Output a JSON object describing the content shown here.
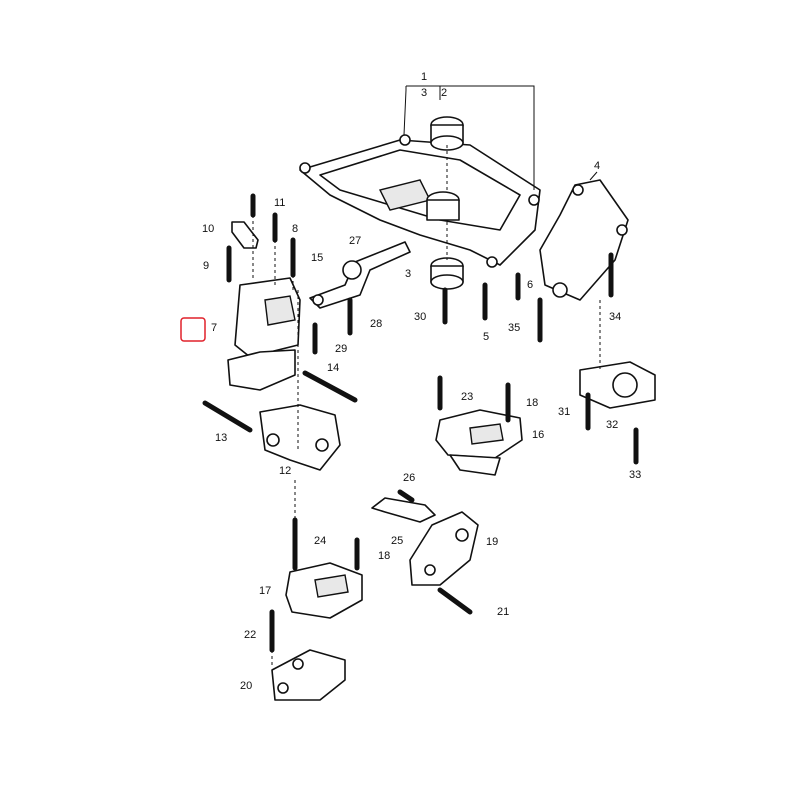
{
  "diagram": {
    "type": "exploded parts diagram",
    "highlight_color": "#e0202a",
    "highlighted_part": "7",
    "labels": [
      "1",
      "2",
      "3",
      "3",
      "4",
      "5",
      "6",
      "7",
      "8",
      "9",
      "10",
      "11",
      "12",
      "13",
      "14",
      "15",
      "16",
      "17",
      "18",
      "18",
      "19",
      "20",
      "21",
      "22",
      "23",
      "24",
      "25",
      "26",
      "27",
      "28",
      "29",
      "30",
      "31",
      "32",
      "33",
      "34",
      "35"
    ]
  }
}
